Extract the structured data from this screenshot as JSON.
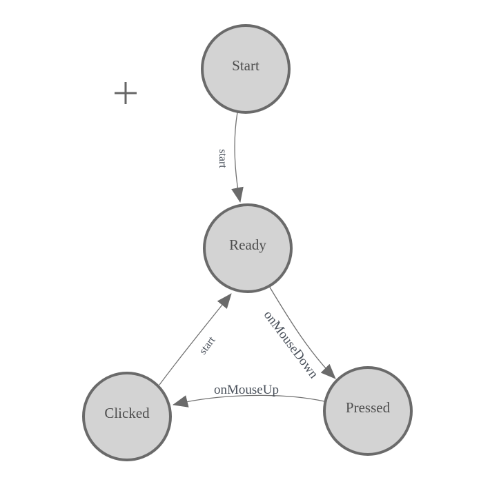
{
  "diagram": {
    "kind": "finite-state-machine",
    "background_color": "#ffffff",
    "colors": {
      "node_fill": "#d3d3d3",
      "node_stroke": "#6a6a6a",
      "node_label": "#4d4d4d",
      "edge_stroke": "#707070",
      "edge_label": "#49505a",
      "arrowhead_fill": "#6a6a6a",
      "plus_tool": "#666666"
    },
    "tools": {
      "add_tool_icon": "plus-icon"
    },
    "nodes": [
      {
        "id": "start",
        "label": "Start"
      },
      {
        "id": "ready",
        "label": "Ready"
      },
      {
        "id": "clicked",
        "label": "Clicked"
      },
      {
        "id": "pressed",
        "label": "Pressed"
      }
    ],
    "edges": [
      {
        "from": "start",
        "to": "ready",
        "label": "start"
      },
      {
        "from": "ready",
        "to": "pressed",
        "label": "onMouseDown"
      },
      {
        "from": "pressed",
        "to": "clicked",
        "label": "onMouseUp"
      },
      {
        "from": "clicked",
        "to": "ready",
        "label": "start"
      }
    ]
  }
}
